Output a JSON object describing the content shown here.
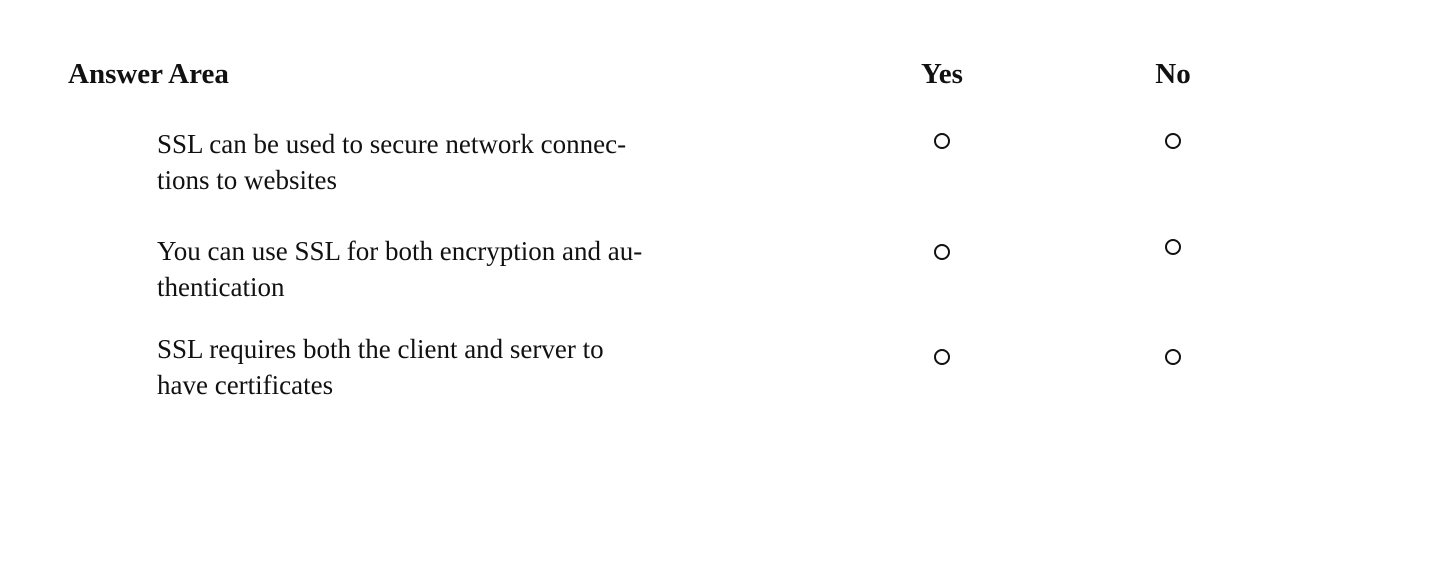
{
  "answer_area": {
    "title": "Answer Area",
    "columns": {
      "yes": "Yes",
      "no": "No"
    }
  },
  "statements": [
    {
      "line1": "SSL can be used to secure network connec-",
      "line2": "tions to websites",
      "yes_selected": false,
      "no_selected": false
    },
    {
      "line1": "You can use SSL for both encryption and au-",
      "line2": "thentication",
      "yes_selected": false,
      "no_selected": false
    },
    {
      "line1": "SSL requires both the client and server to",
      "line2": "have certificates",
      "yes_selected": false,
      "no_selected": false
    }
  ]
}
